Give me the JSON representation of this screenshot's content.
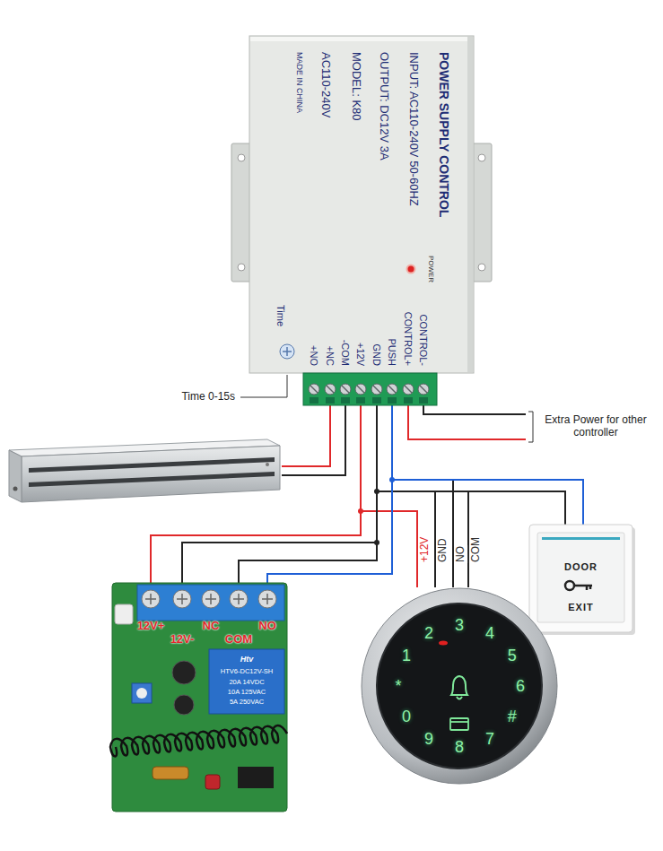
{
  "diagram": {
    "nodes": [
      {
        "text": [
          "POWER SUPPLY CONTROL",
          "INPUT: AC110-240V 50-60HZ",
          "OUTPUT: DC12V 3A",
          "MODEL: K80",
          "AC110-240V",
          "MADE IN CHINA",
          "POWER",
          "Time",
          "+NO",
          "+NC",
          "-COM",
          "+12V",
          "GND",
          "PUSH",
          "CONTROL+",
          "CONTROL-"
        ]
      },
      {
        "text": [
          "DOOR",
          "EXIT"
        ]
      },
      {
        "text": [
          "12V+",
          "12V-",
          "NC",
          "COM",
          "NO",
          "Htv",
          "HTV6-DC12V-SH",
          "20A 14VDC",
          "10A 125VAC",
          "5A 250VAC"
        ]
      },
      {
        "text": [
          "1",
          "2",
          "3",
          "4",
          "5",
          "6",
          "7",
          "8",
          "9",
          "0",
          "*",
          "#"
        ]
      }
    ],
    "edges": [
      {
        "from": 0,
        "to": 2,
        "arrow": "none"
      },
      {
        "from": 0,
        "to": 3,
        "arrow": "none"
      },
      {
        "from": 0,
        "to": 2,
        "arrow": "none"
      },
      {
        "from": 0,
        "to": 2,
        "arrow": "none"
      },
      {
        "from": 0,
        "to": 2,
        "arrow": "none"
      },
      {
        "from": 0,
        "to": 1,
        "arrow": "none"
      },
      {
        "from": 0,
        "to": 1,
        "arrow": "none"
      },
      {
        "from": 0,
        "to": 3,
        "arrow": "none"
      },
      {
        "from": 0,
        "to": 3,
        "arrow": "none"
      },
      {
        "from": 0,
        "to": 3,
        "arrow": "none"
      }
    ],
    "labels": [
      "Time 0-15s",
      "Extra Power for other controller",
      "+12V",
      "GND",
      "NO",
      "COM"
    ]
  }
}
